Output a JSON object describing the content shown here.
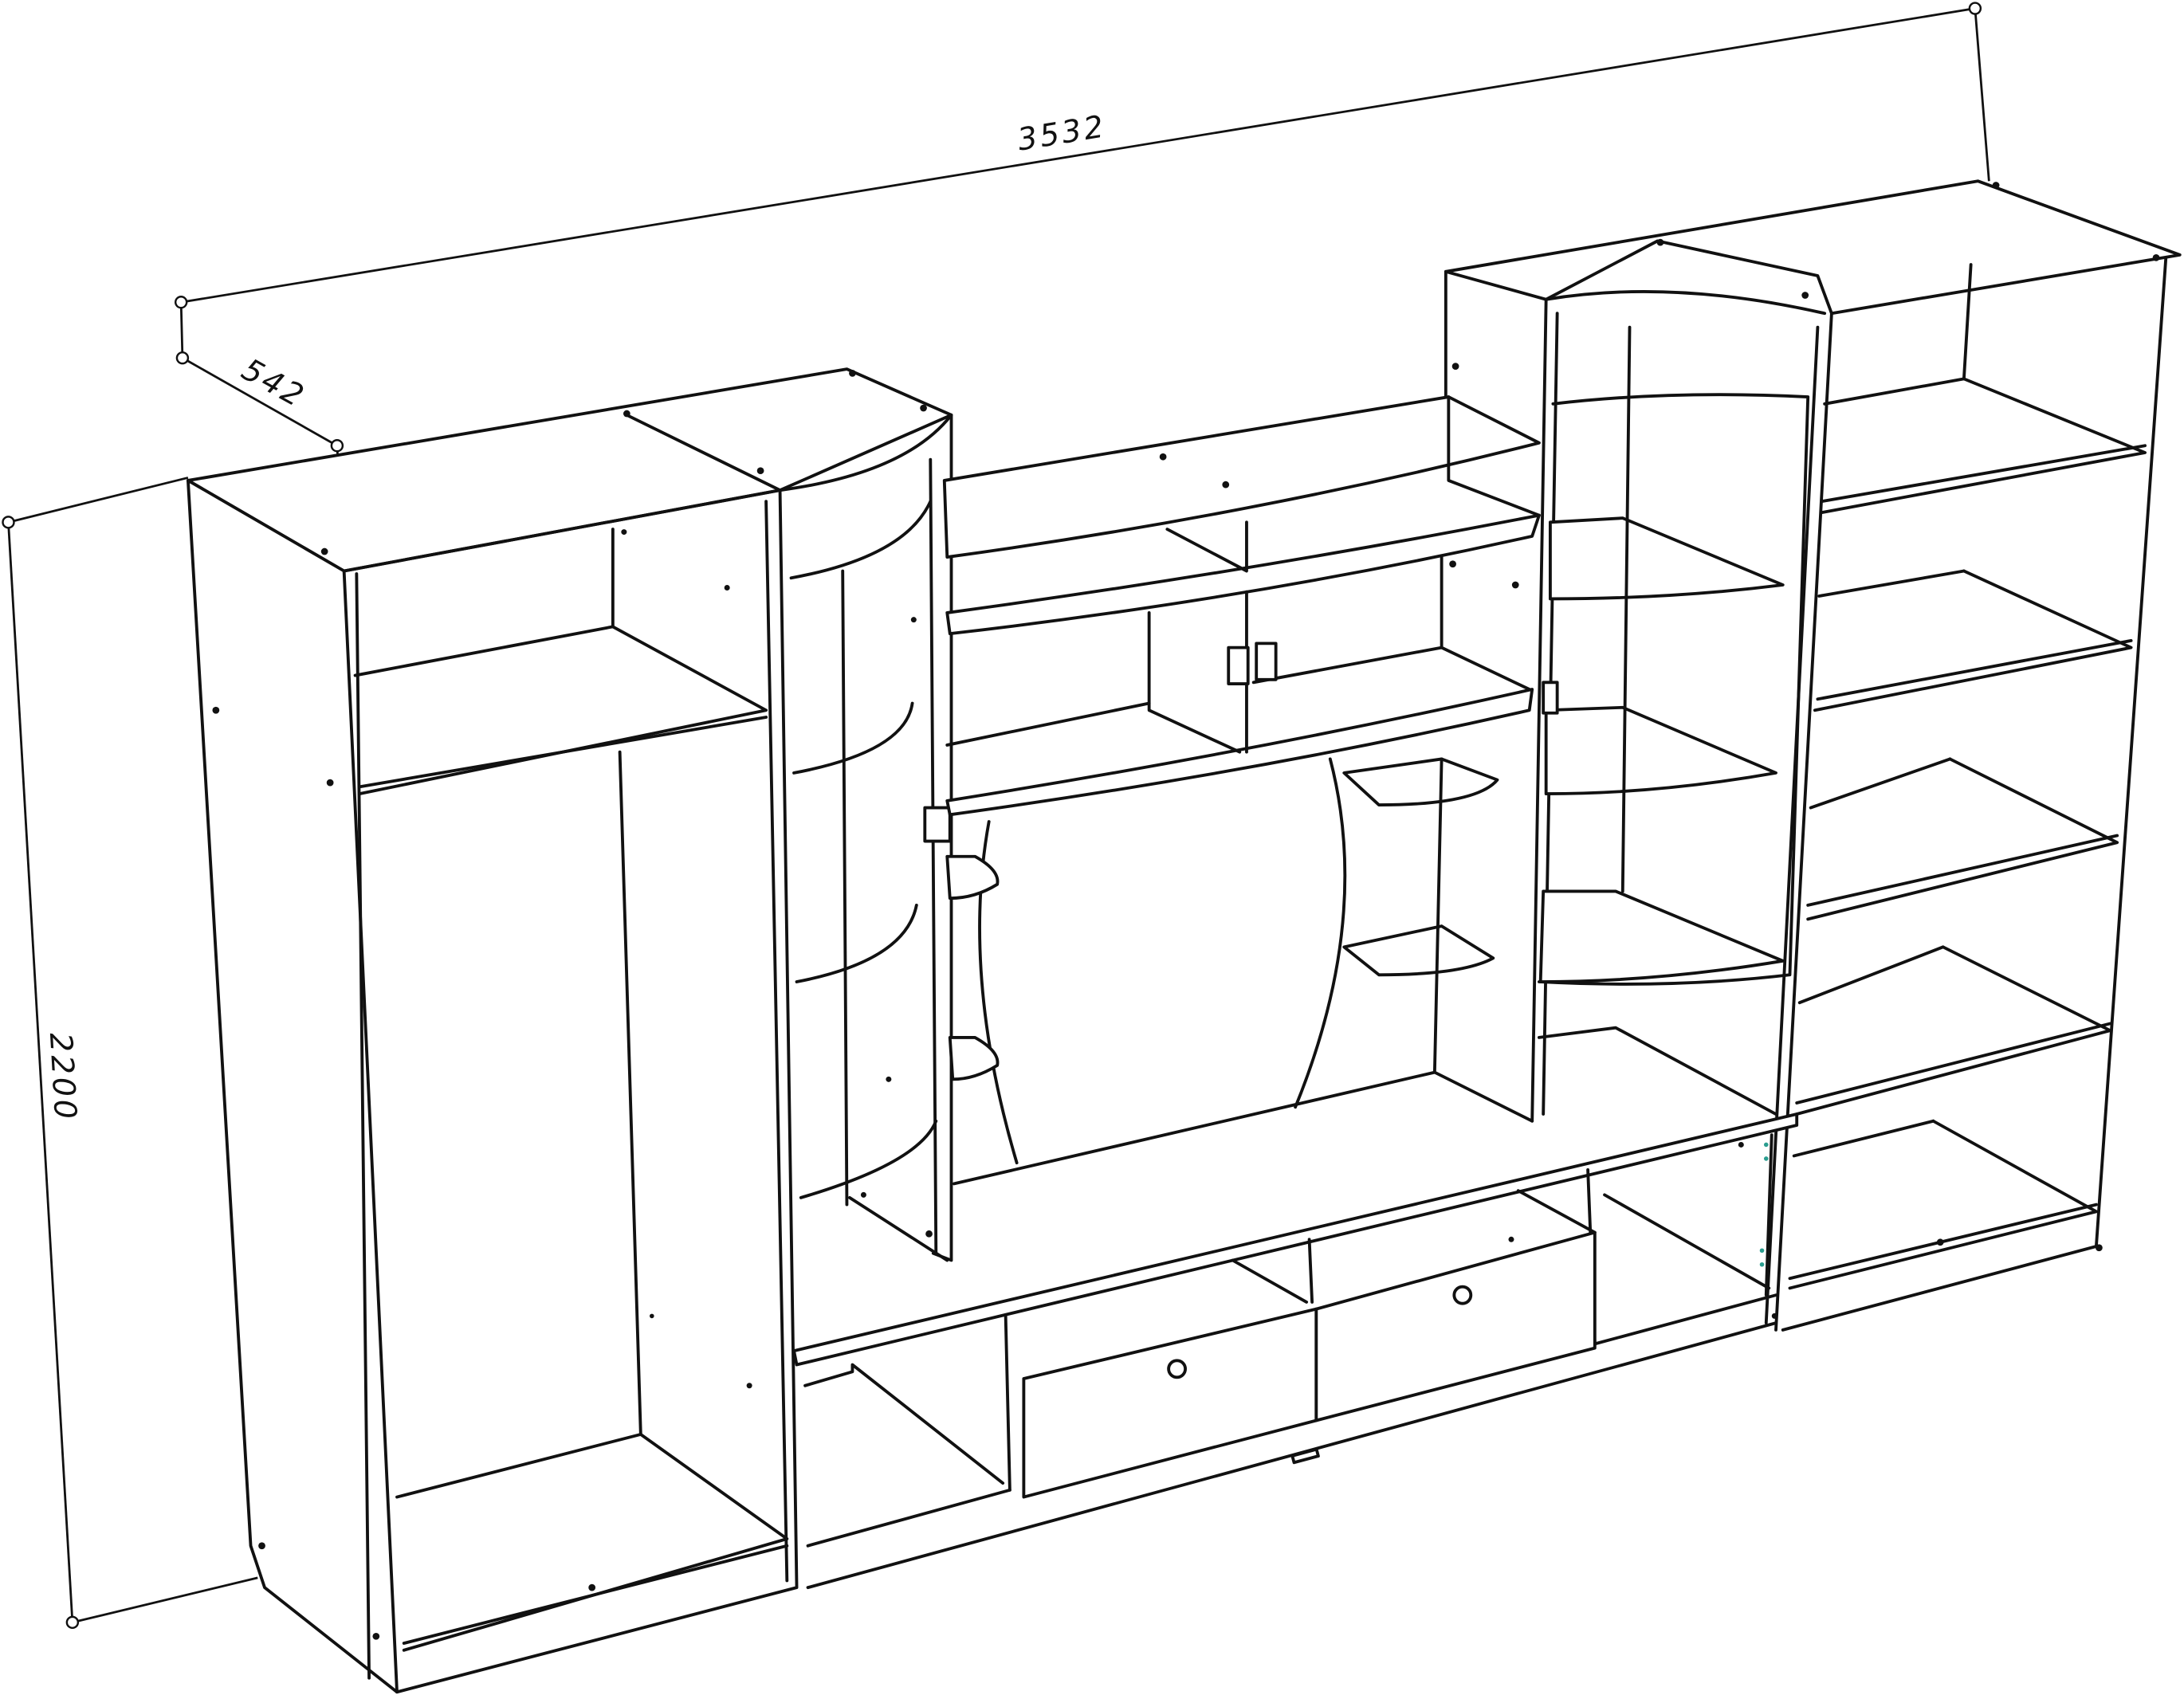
{
  "dimensions": {
    "width_label": "3532",
    "depth_label": "542",
    "height_label": "2200"
  },
  "colors": {
    "line": "#111111",
    "background": "#ffffff",
    "marker": "#2a9d8f"
  }
}
